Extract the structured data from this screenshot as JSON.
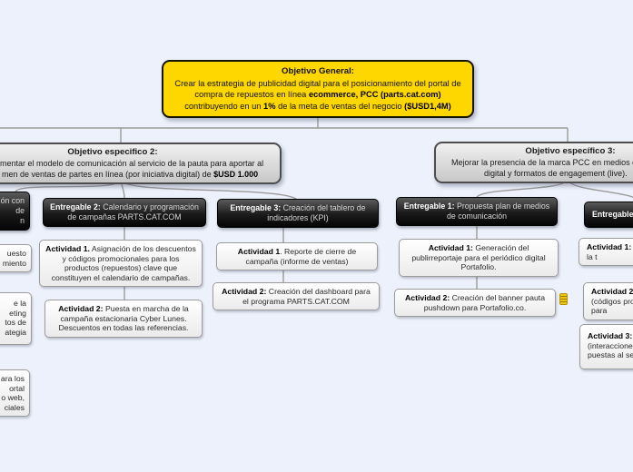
{
  "palette": {
    "background": "#edf1fb",
    "root_fill": "#ffd700",
    "objective_fill": "#d9d9d9",
    "deliverable_fill": "#1b1b1b",
    "activity_fill": "#f5f5f5",
    "connector": "#9a9a9a",
    "badge_fill": "#f2c50f"
  },
  "root_node": {
    "title": "Objetivo General:",
    "segments": [
      {
        "t": "Crear la estrategia de publicidad digital para el posicionamiento del portal de compra de repuestos en línea "
      },
      {
        "t": "ecommerce, PCC (parts.cat.com)",
        "b": true
      },
      {
        "t": " contribuyendo en un "
      },
      {
        "t": "1%",
        "b": true
      },
      {
        "t": " de la meta de ventas del negocio "
      },
      {
        "t": "($USD1,4M)",
        "b": true
      }
    ]
  },
  "objective2": {
    "title": "Objetivo especifico 2:",
    "line1": "mentar el modelo de comunicación al servicio de la pauta para aportar al",
    "line2_segments": [
      {
        "t": "men de ventas de partes en línea (por iniciativa digital) de "
      },
      {
        "t": "$USD 1.000",
        "b": true
      }
    ]
  },
  "objective3": {
    "title": "Objetivo específico 3:",
    "line1": "Mejorar la presencia de la marca PCC en medios de comu",
    "line2": "digital y formatos de engagement (live)."
  },
  "deliverables": {
    "left_stub_lines": [
      "ón con",
      "de",
      "n"
    ],
    "d2_segments": [
      {
        "t": "Entregable 2:",
        "b": true
      },
      {
        "t": " Calendario y programación de campañas PARTS.CAT.COM"
      }
    ],
    "d3_segments": [
      {
        "t": "Entregable 3:",
        "b": true
      },
      {
        "t": " Creación del tablero de indicadores (KPI)"
      }
    ],
    "d1_segments": [
      {
        "t": "Entregable 1:",
        "b": true
      },
      {
        "t": " Propuesta plan de medios de comunicación"
      }
    ],
    "right_stub_segments": [
      {
        "t": "Entregable 2:",
        "b": true
      }
    ]
  },
  "activities": {
    "col2_a1_segments": [
      {
        "t": "Actividad 1.",
        "b": true
      },
      {
        "t": " Asignación de los descuentos y códigos promocionales para los productos (repuestos) clave que constituyen el calendario de campañas."
      }
    ],
    "col2_a2_segments": [
      {
        "t": "Actividad 2:",
        "b": true
      },
      {
        "t": " Puesta en marcha de la campaña estacionaria Cyber Lunes. Descuentos en todas las referencias."
      }
    ],
    "col3_a1_segments": [
      {
        "t": "Actividad 1",
        "b": true
      },
      {
        "t": ". Reporte de cierre de campaña (informe de ventas)"
      }
    ],
    "col3_a2_segments": [
      {
        "t": "Actividad 2:",
        "b": true
      },
      {
        "t": " Creación del dashboard para el programa PARTS.CAT.COM"
      }
    ],
    "col1_a1_segments": [
      {
        "t": "Actividad 1:",
        "b": true
      },
      {
        "t": " Generación del publirreportaje para el periódico digital Portafolio."
      }
    ],
    "col1_a2_segments": [
      {
        "t": "Actividad 2:",
        "b": true
      },
      {
        "t": " Creación del banner pauta pushdown para Portafolio.co."
      }
    ]
  },
  "left_stubs": {
    "s1": {
      "lines": [
        "uesto",
        "miento"
      ]
    },
    "s2": {
      "lines": [
        "e la",
        "eting",
        "tos de",
        "ategia"
      ]
    },
    "s3": {
      "lines": [
        "ara los",
        "ortal",
        "o web,",
        "ciales"
      ]
    }
  },
  "right_stubs": {
    "s1": {
      "title": "Actividad 1:",
      "lines": [
        "la t"
      ]
    },
    "s2": {
      "title": "Actividad 2:",
      "lines": [
        "(códigos pro",
        "para"
      ]
    },
    "s3": {
      "title": "Actividad 3:",
      "lines": [
        "(interaccione",
        "puestas al ser"
      ]
    }
  }
}
